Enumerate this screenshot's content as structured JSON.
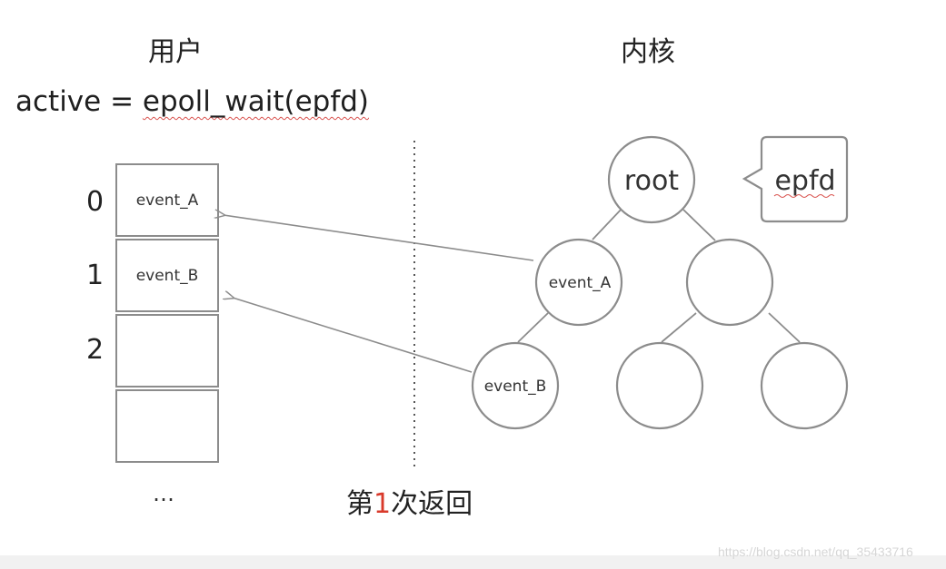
{
  "labels": {
    "user": "用户",
    "kernel": "内核",
    "code_prefix": "active = ",
    "code_call": "epoll_wait(epfd)",
    "caption_prefix": "第",
    "caption_number": "1",
    "caption_suffix": "次返回",
    "ellipsis": "…",
    "watermark": "https://blog.csdn.net/qq_35433716"
  },
  "array": {
    "indices": [
      "0",
      "1",
      "2"
    ],
    "cells": [
      "event_A",
      "event_B",
      "",
      ""
    ]
  },
  "tree": {
    "root": "root",
    "callout": "epfd",
    "nodes": {
      "left": "event_A",
      "leftleft": "event_B",
      "right": "",
      "rightleft": "",
      "rightright": ""
    }
  },
  "colors": {
    "stroke": "#8c8c8c",
    "highlight": "#d93a2b"
  }
}
